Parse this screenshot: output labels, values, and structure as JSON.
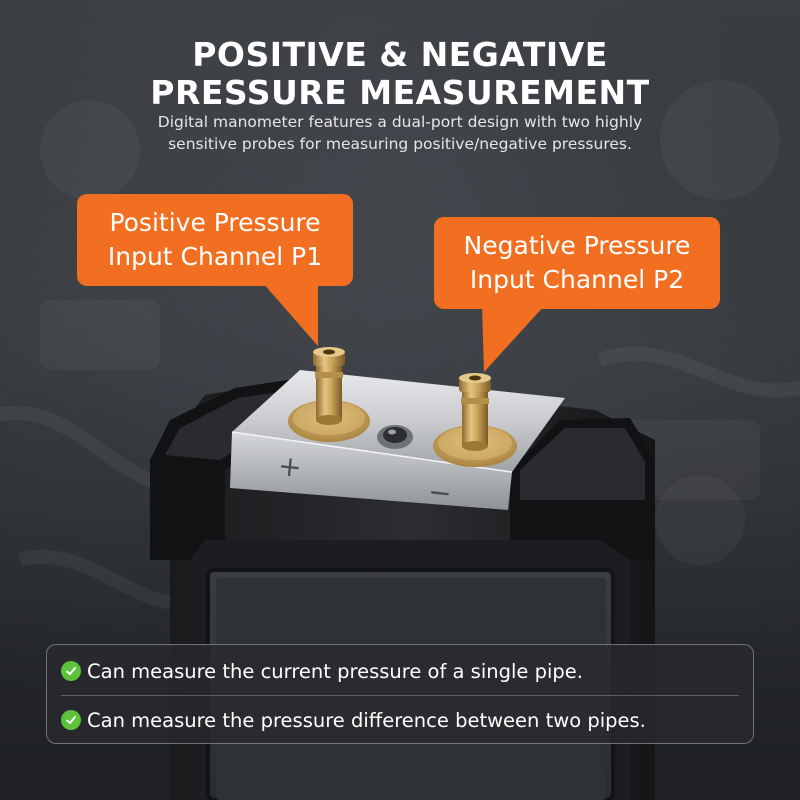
{
  "heading": {
    "line1": "POSITIVE & NEGATIVE",
    "line2": "PRESSURE MEASUREMENT"
  },
  "subheading": {
    "line1": "Digital manometer features a dual-port design with two highly",
    "line2": "sensitive probes for measuring positive/negative pressures."
  },
  "callouts": {
    "positive": {
      "line1": "Positive Pressure",
      "line2": "Input Channel P1"
    },
    "negative": {
      "line1": "Negative Pressure",
      "line2": "Input Channel P2"
    }
  },
  "device": {
    "plus_mark": "+",
    "minus_mark": "−"
  },
  "features": [
    {
      "text": "Can measure the current pressure of a single pipe.",
      "icon": "check-circle-icon"
    },
    {
      "text": "Can measure the pressure difference between two pipes.",
      "icon": "check-circle-icon"
    }
  ],
  "colors": {
    "accent": "#f26f21",
    "check": "#5cc23a",
    "brass": "#c9a35a"
  }
}
